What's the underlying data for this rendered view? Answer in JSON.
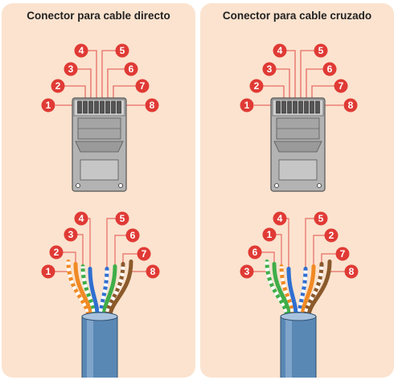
{
  "panels": [
    {
      "title": "Conector para cable directo",
      "connector_pins": [
        "1",
        "2",
        "3",
        "4",
        "5",
        "6",
        "7",
        "8"
      ],
      "cable_labels": [
        "1",
        "2",
        "3",
        "4",
        "5",
        "6",
        "7",
        "8"
      ]
    },
    {
      "title": "Conector para cable cruzado",
      "connector_pins": [
        "1",
        "2",
        "3",
        "4",
        "5",
        "6",
        "7",
        "8"
      ],
      "cable_labels": [
        "3",
        "6",
        "1",
        "4",
        "5",
        "2",
        "7",
        "8"
      ]
    }
  ],
  "colors": {
    "panel_bg": "#fbe3cf",
    "label_red": "#e03a35",
    "callout_line": "#e86b63",
    "connector_body": "#b3b3b3",
    "cable_jacket": "#5a88b5"
  }
}
